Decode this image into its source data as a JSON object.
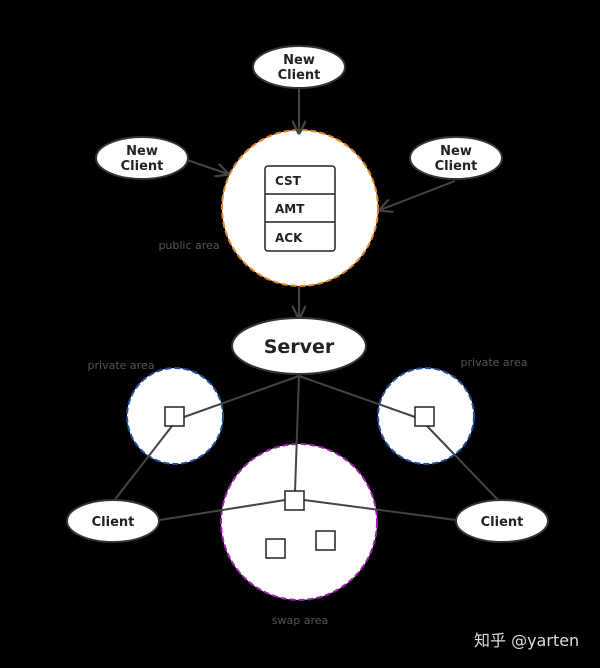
{
  "nodes": {
    "new_client_top": "New\nClient",
    "new_client_left": "New\nClient",
    "new_client_right": "New\nClient",
    "server": "Server",
    "client_left": "Client",
    "client_right": "Client"
  },
  "stack": [
    "CST",
    "AMT",
    "ACK"
  ],
  "areas": {
    "public": "public area",
    "private_left": "private area",
    "private_right": "private area",
    "swap": "swap area"
  },
  "watermark": "知乎 @yarten",
  "colors": {
    "public_border": "#e8891f",
    "private_border": "#1f4fa0",
    "swap_border": "#9c1fb0",
    "line": "#444444"
  }
}
